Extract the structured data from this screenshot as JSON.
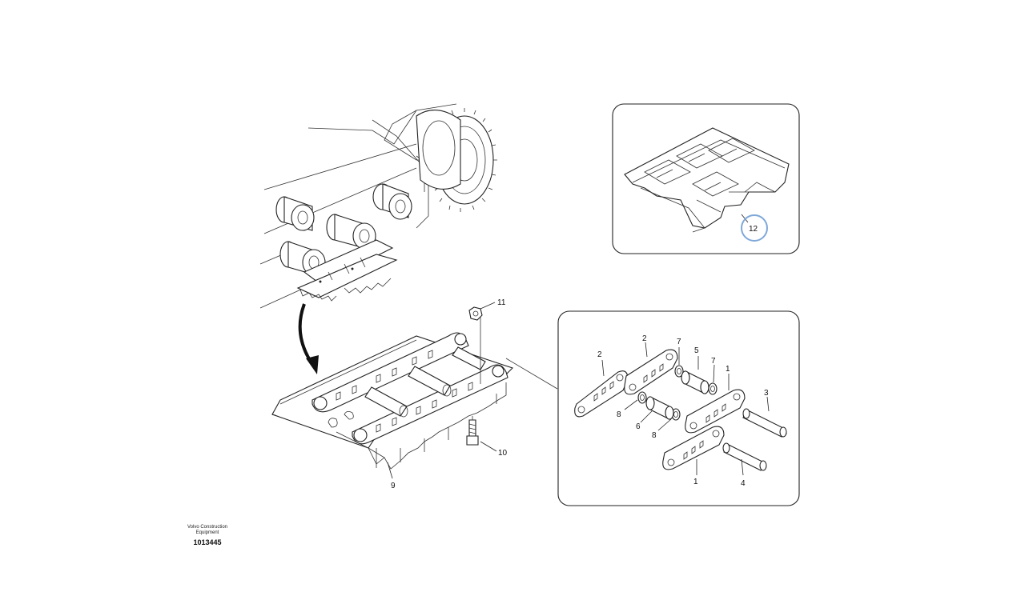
{
  "footer": {
    "brand_line1": "Volvo Construction",
    "brand_line2": "Equipment",
    "doc_number": "1013445"
  },
  "callouts": {
    "main": {
      "c9": "9",
      "c10": "10",
      "c11": "11"
    },
    "detail_top": {
      "c12": "12"
    },
    "detail_exploded": {
      "c1a": "1",
      "c1b": "1",
      "c2a": "2",
      "c2b": "2",
      "c3": "3",
      "c4": "4",
      "c5": "5",
      "c6": "6",
      "c7a": "7",
      "c7b": "7",
      "c8a": "8",
      "c8b": "8"
    }
  },
  "highlight_color": "#7fa8d8",
  "line_color": "#222222"
}
